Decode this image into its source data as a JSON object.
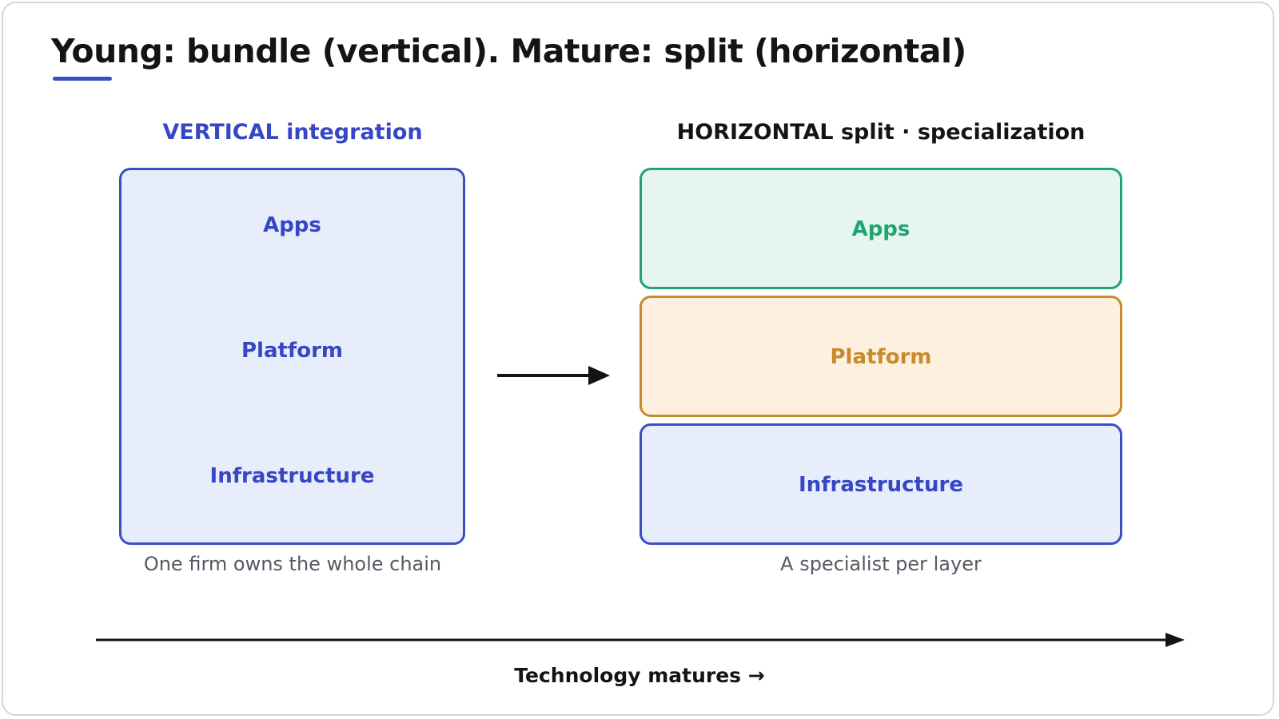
{
  "title": "Young: bundle (vertical). Mature: split (horizontal)",
  "vertical": {
    "heading": "VERTICAL integration",
    "layers": [
      "Apps",
      "Platform",
      "Infrastructure"
    ],
    "caption": "One firm owns the whole chain"
  },
  "horizontal": {
    "heading": "HORIZONTAL split · specialization",
    "layers": [
      {
        "label": "Apps",
        "color": "#21a474"
      },
      {
        "label": "Platform",
        "color": "#c88a2a"
      },
      {
        "label": "Infrastructure",
        "color": "#3547c4"
      }
    ],
    "caption": "A specialist per layer"
  },
  "axis_label": "Technology matures →",
  "colors": {
    "accent_blue": "#3a4fc4",
    "green": "#21a474",
    "amber": "#c88a2a",
    "text_dark": "#141414",
    "text_muted": "#555a63"
  }
}
